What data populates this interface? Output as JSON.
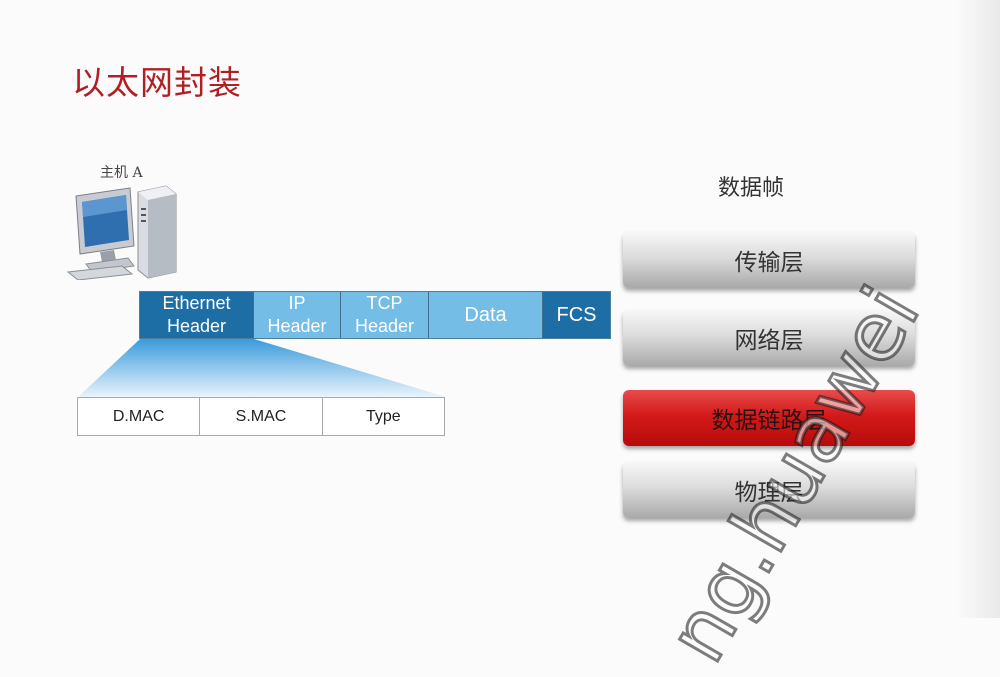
{
  "title": "以太网封装",
  "host": {
    "label": "主机 A"
  },
  "frame": {
    "cells": [
      {
        "line1": "Ethernet",
        "line2": "Header"
      },
      {
        "line1": "IP",
        "line2": "Header"
      },
      {
        "line1": "TCP",
        "line2": "Header"
      },
      {
        "label": "Data"
      },
      {
        "label": "FCS"
      }
    ]
  },
  "ethernet_header_fields": [
    "D.MAC",
    "S.MAC",
    "Type"
  ],
  "stack": {
    "title": "数据帧",
    "layers": [
      "传输层",
      "网络层",
      "数据链路层",
      "物理层"
    ],
    "active_layer": "数据链路层"
  },
  "watermark": "ng.huawei",
  "colors": {
    "title": "#b01f24",
    "header_dark": "#1e6ea6",
    "header_light": "#74bde7",
    "active_layer": "#d31a1a"
  }
}
